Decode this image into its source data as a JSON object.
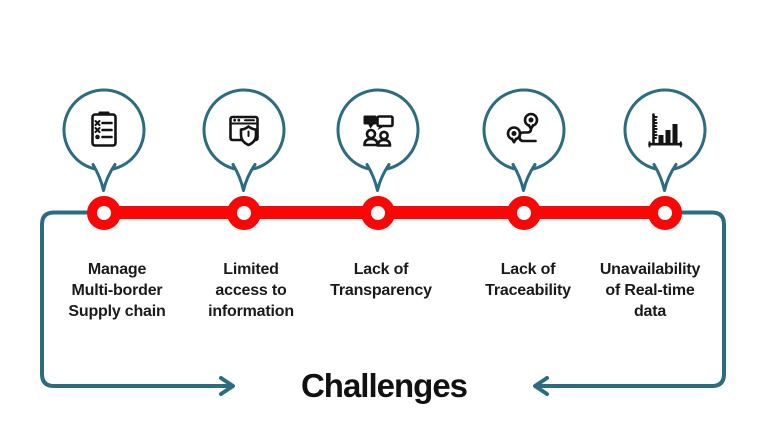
{
  "title": "Challenges",
  "colors": {
    "accent_teal": "#2b6d7e",
    "timeline_red": "#f90606",
    "text": "#1a1a1a",
    "icon_black": "#141414"
  },
  "items": [
    {
      "icon": "checklist-clipboard-icon",
      "label": "Manage Multi-border Supply chain",
      "lines": [
        "Manage",
        "Multi-border",
        "Supply chain"
      ]
    },
    {
      "icon": "secure-browser-icon",
      "label": "Limited access to information",
      "lines": [
        "Limited",
        "access to",
        "information"
      ]
    },
    {
      "icon": "conversation-icon",
      "label": "Lack of Transparency",
      "lines": [
        "Lack of",
        "Transparency"
      ]
    },
    {
      "icon": "route-traceability-icon",
      "label": "Lack of Traceability",
      "lines": [
        "Lack of",
        "Traceability"
      ]
    },
    {
      "icon": "bar-chart-icon",
      "label": "Unavailability of Real-time data",
      "lines": [
        "Unavailability",
        "of Real-time",
        "data"
      ]
    }
  ]
}
